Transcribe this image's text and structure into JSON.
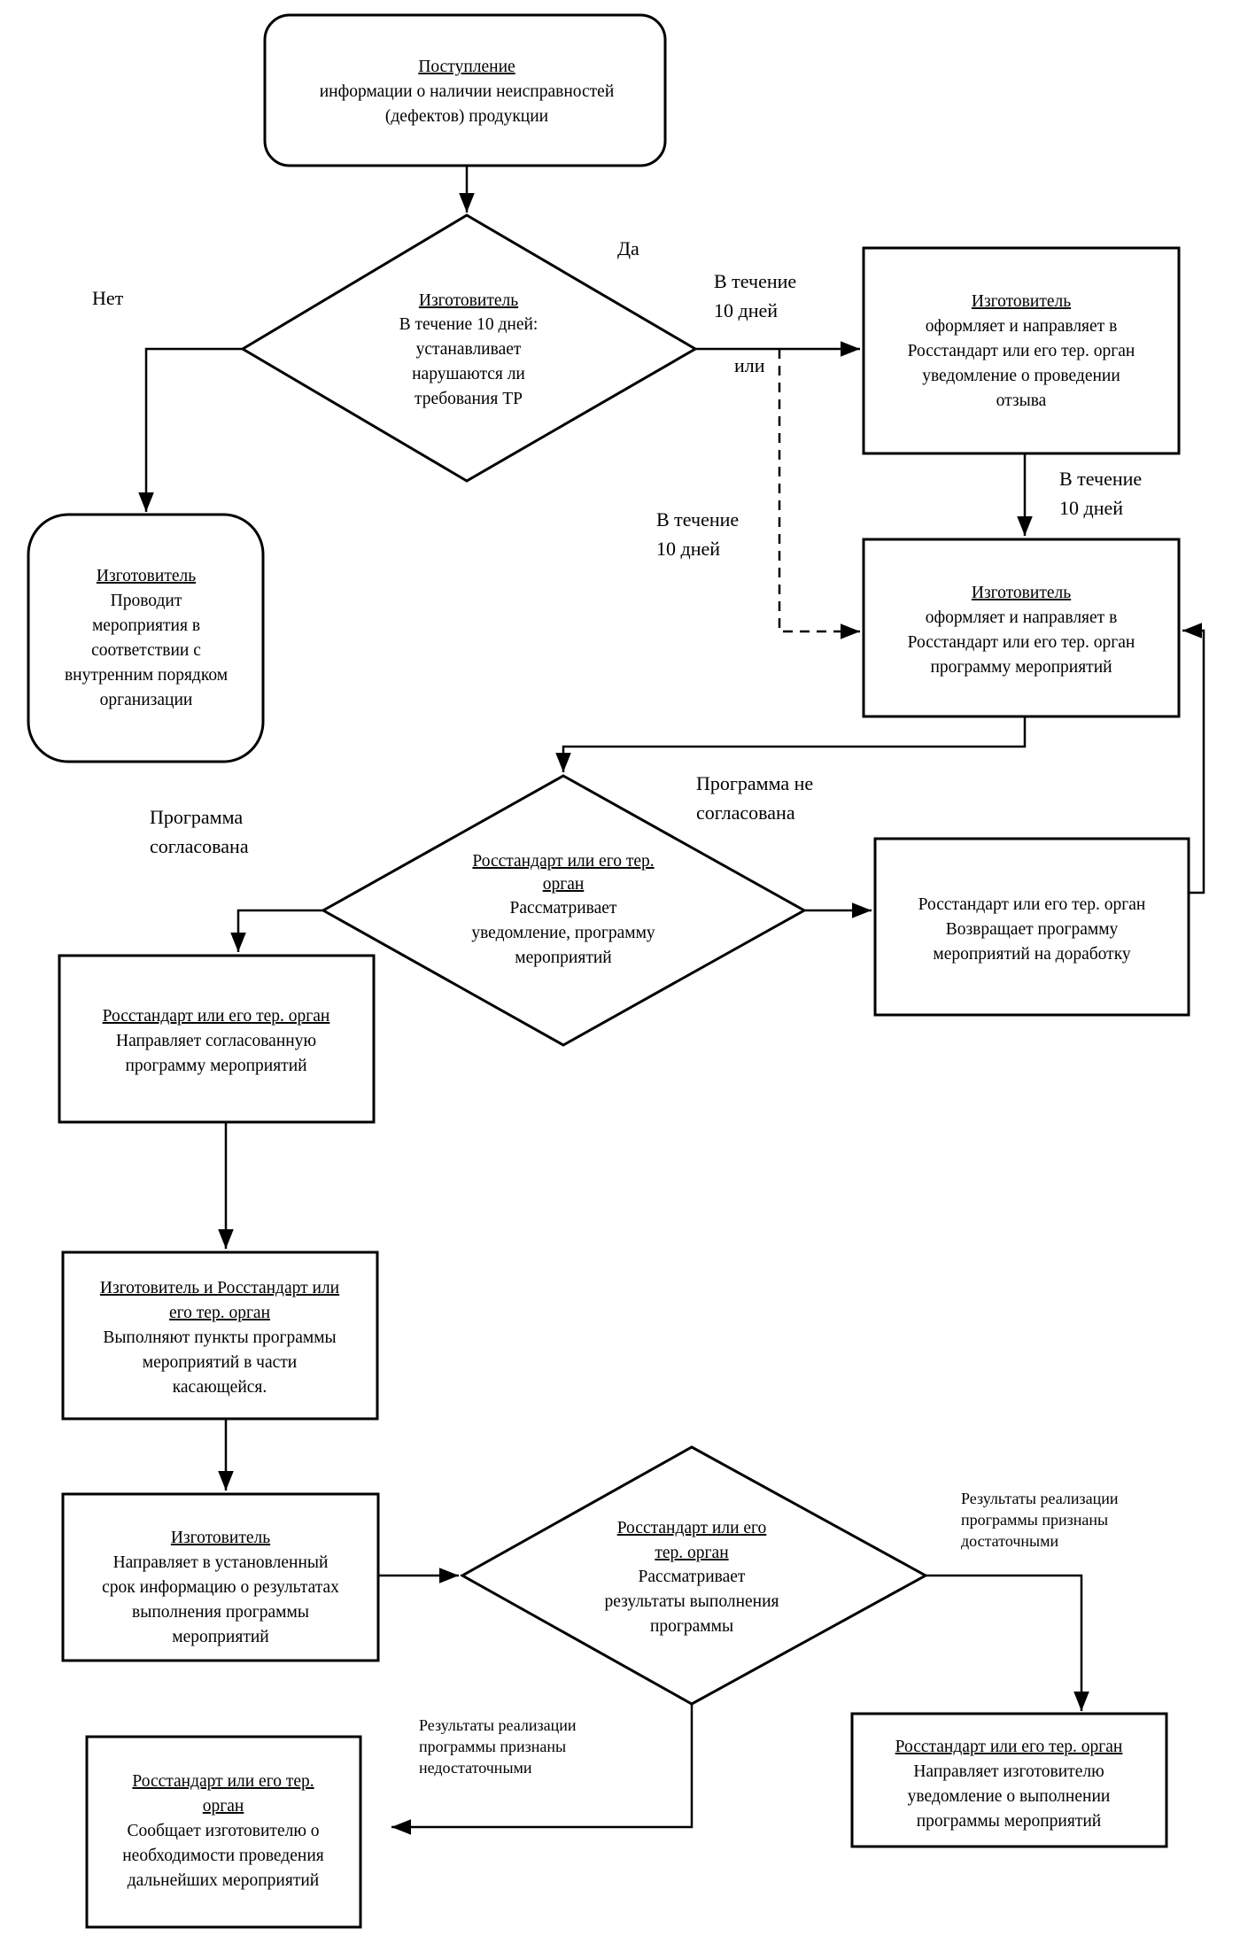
{
  "nodes": {
    "start": {
      "title": "Поступление",
      "lines": [
        "информации о наличии неисправностей",
        "(дефектов) продукции"
      ]
    },
    "decision_manufacturer": {
      "title": "Изготовитель",
      "lines": [
        "В течение 10 дней:",
        "устанавливает",
        "нарушаются ли",
        "требования ТР"
      ]
    },
    "notify_recall": {
      "title": "Изготовитель",
      "lines": [
        "оформляет и направляет в",
        "Росстандарт или его тер. орган",
        "уведомление о проведении",
        "отзыва"
      ]
    },
    "internal_measures": {
      "title": "Изготовитель",
      "lines": [
        "Проводит",
        "мероприятия в",
        "соответствии с",
        "внутренним порядком",
        "организации"
      ]
    },
    "send_program": {
      "title": "Изготовитель",
      "lines": [
        "оформляет и направляет в",
        "Росстандарт или его тер. орган",
        "программу мероприятий"
      ]
    },
    "review_program": {
      "title": [
        "Росстандарт или его тер.",
        "орган"
      ],
      "lines": [
        "Рассматривает",
        "уведомление, программу",
        "мероприятий"
      ]
    },
    "return_program": {
      "lines": [
        "Росстандарт или его тер. орган",
        "Возвращает программу",
        "мероприятий на доработку"
      ]
    },
    "approved_program": {
      "title": "Росстандарт или его тер. орган",
      "lines": [
        "Направляет согласованную",
        "программу мероприятий"
      ]
    },
    "execute_program": {
      "title": [
        "Изготовитель и Росстандарт или",
        "его тер. орган"
      ],
      "lines": [
        "Выполняют пункты программы",
        "мероприятий в части",
        "касающейся."
      ]
    },
    "report_results": {
      "title": "Изготовитель",
      "lines": [
        "Направляет в установленный",
        "срок  информацию о результатах",
        "выполнения  программы",
        "мероприятий"
      ]
    },
    "review_results": {
      "title": [
        "Росстандарт или его",
        "тер. орган"
      ],
      "lines": [
        "Рассматривает",
        "результаты выполнения",
        "программы"
      ]
    },
    "further_measures": {
      "title": [
        "Росстандарт или его тер.",
        "орган"
      ],
      "lines": [
        "Сообщает изготовителю о",
        "необходимости проведения",
        "дальнейших мероприятий"
      ]
    },
    "completion_notice": {
      "title": "Росстандарт или его тер. орган",
      "lines": [
        "Направляет изготовителю",
        "уведомление о выполнении",
        "программы мероприятий"
      ]
    }
  },
  "edge_labels": {
    "yes": "Да",
    "no": "Нет",
    "within_10_days_top": [
      "В течение",
      "10 дней"
    ],
    "or": "или",
    "within_10_days_right": [
      "В течение",
      "10 дней"
    ],
    "within_10_days_left": [
      "В течение",
      "10 дней"
    ],
    "program_approved": [
      "Программа",
      "согласована"
    ],
    "program_not_approved": [
      "Программа не",
      "согласована"
    ],
    "results_sufficient": [
      "Результаты реализации",
      "программы признаны",
      "достаточными"
    ],
    "results_insufficient": [
      "Результаты реализации",
      "программы признаны",
      "недостаточными"
    ]
  }
}
